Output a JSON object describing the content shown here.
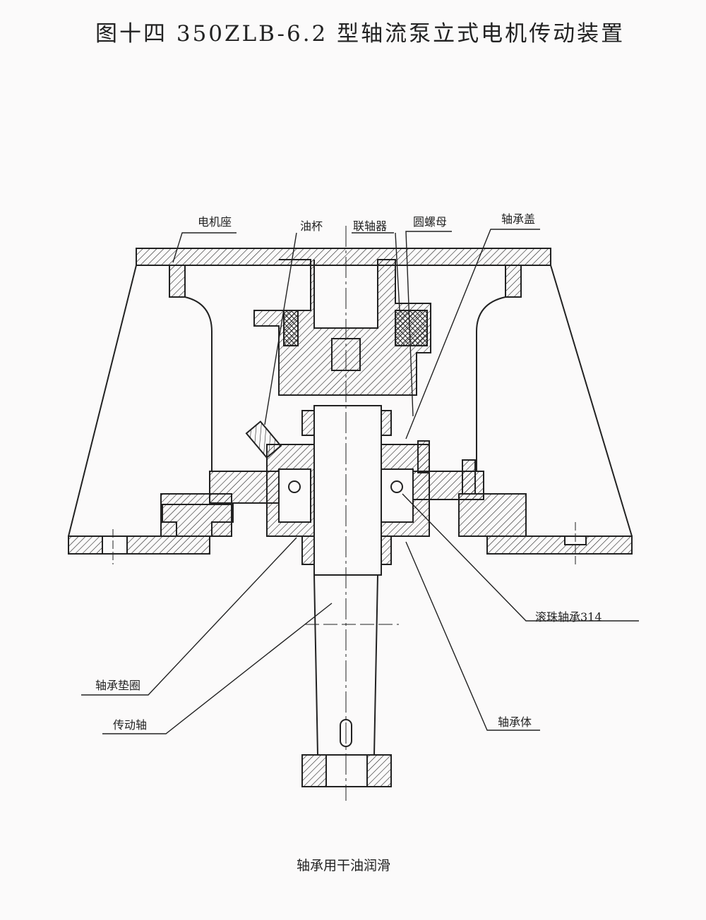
{
  "title": "图十四 350ZLB-6.2 型轴流泵立式电机传动装置",
  "labels": {
    "motor_seat": "电机座",
    "oil_cup": "油杯",
    "coupling": "联轴器",
    "round_nut": "圆螺母",
    "bearing_cover": "轴承盖",
    "ball_bearing": "滚珠轴承314",
    "bearing_washer": "轴承垫圈",
    "drive_shaft": "传动轴",
    "bearing_body": "轴承体"
  },
  "caption": "轴承用干油润滑"
}
